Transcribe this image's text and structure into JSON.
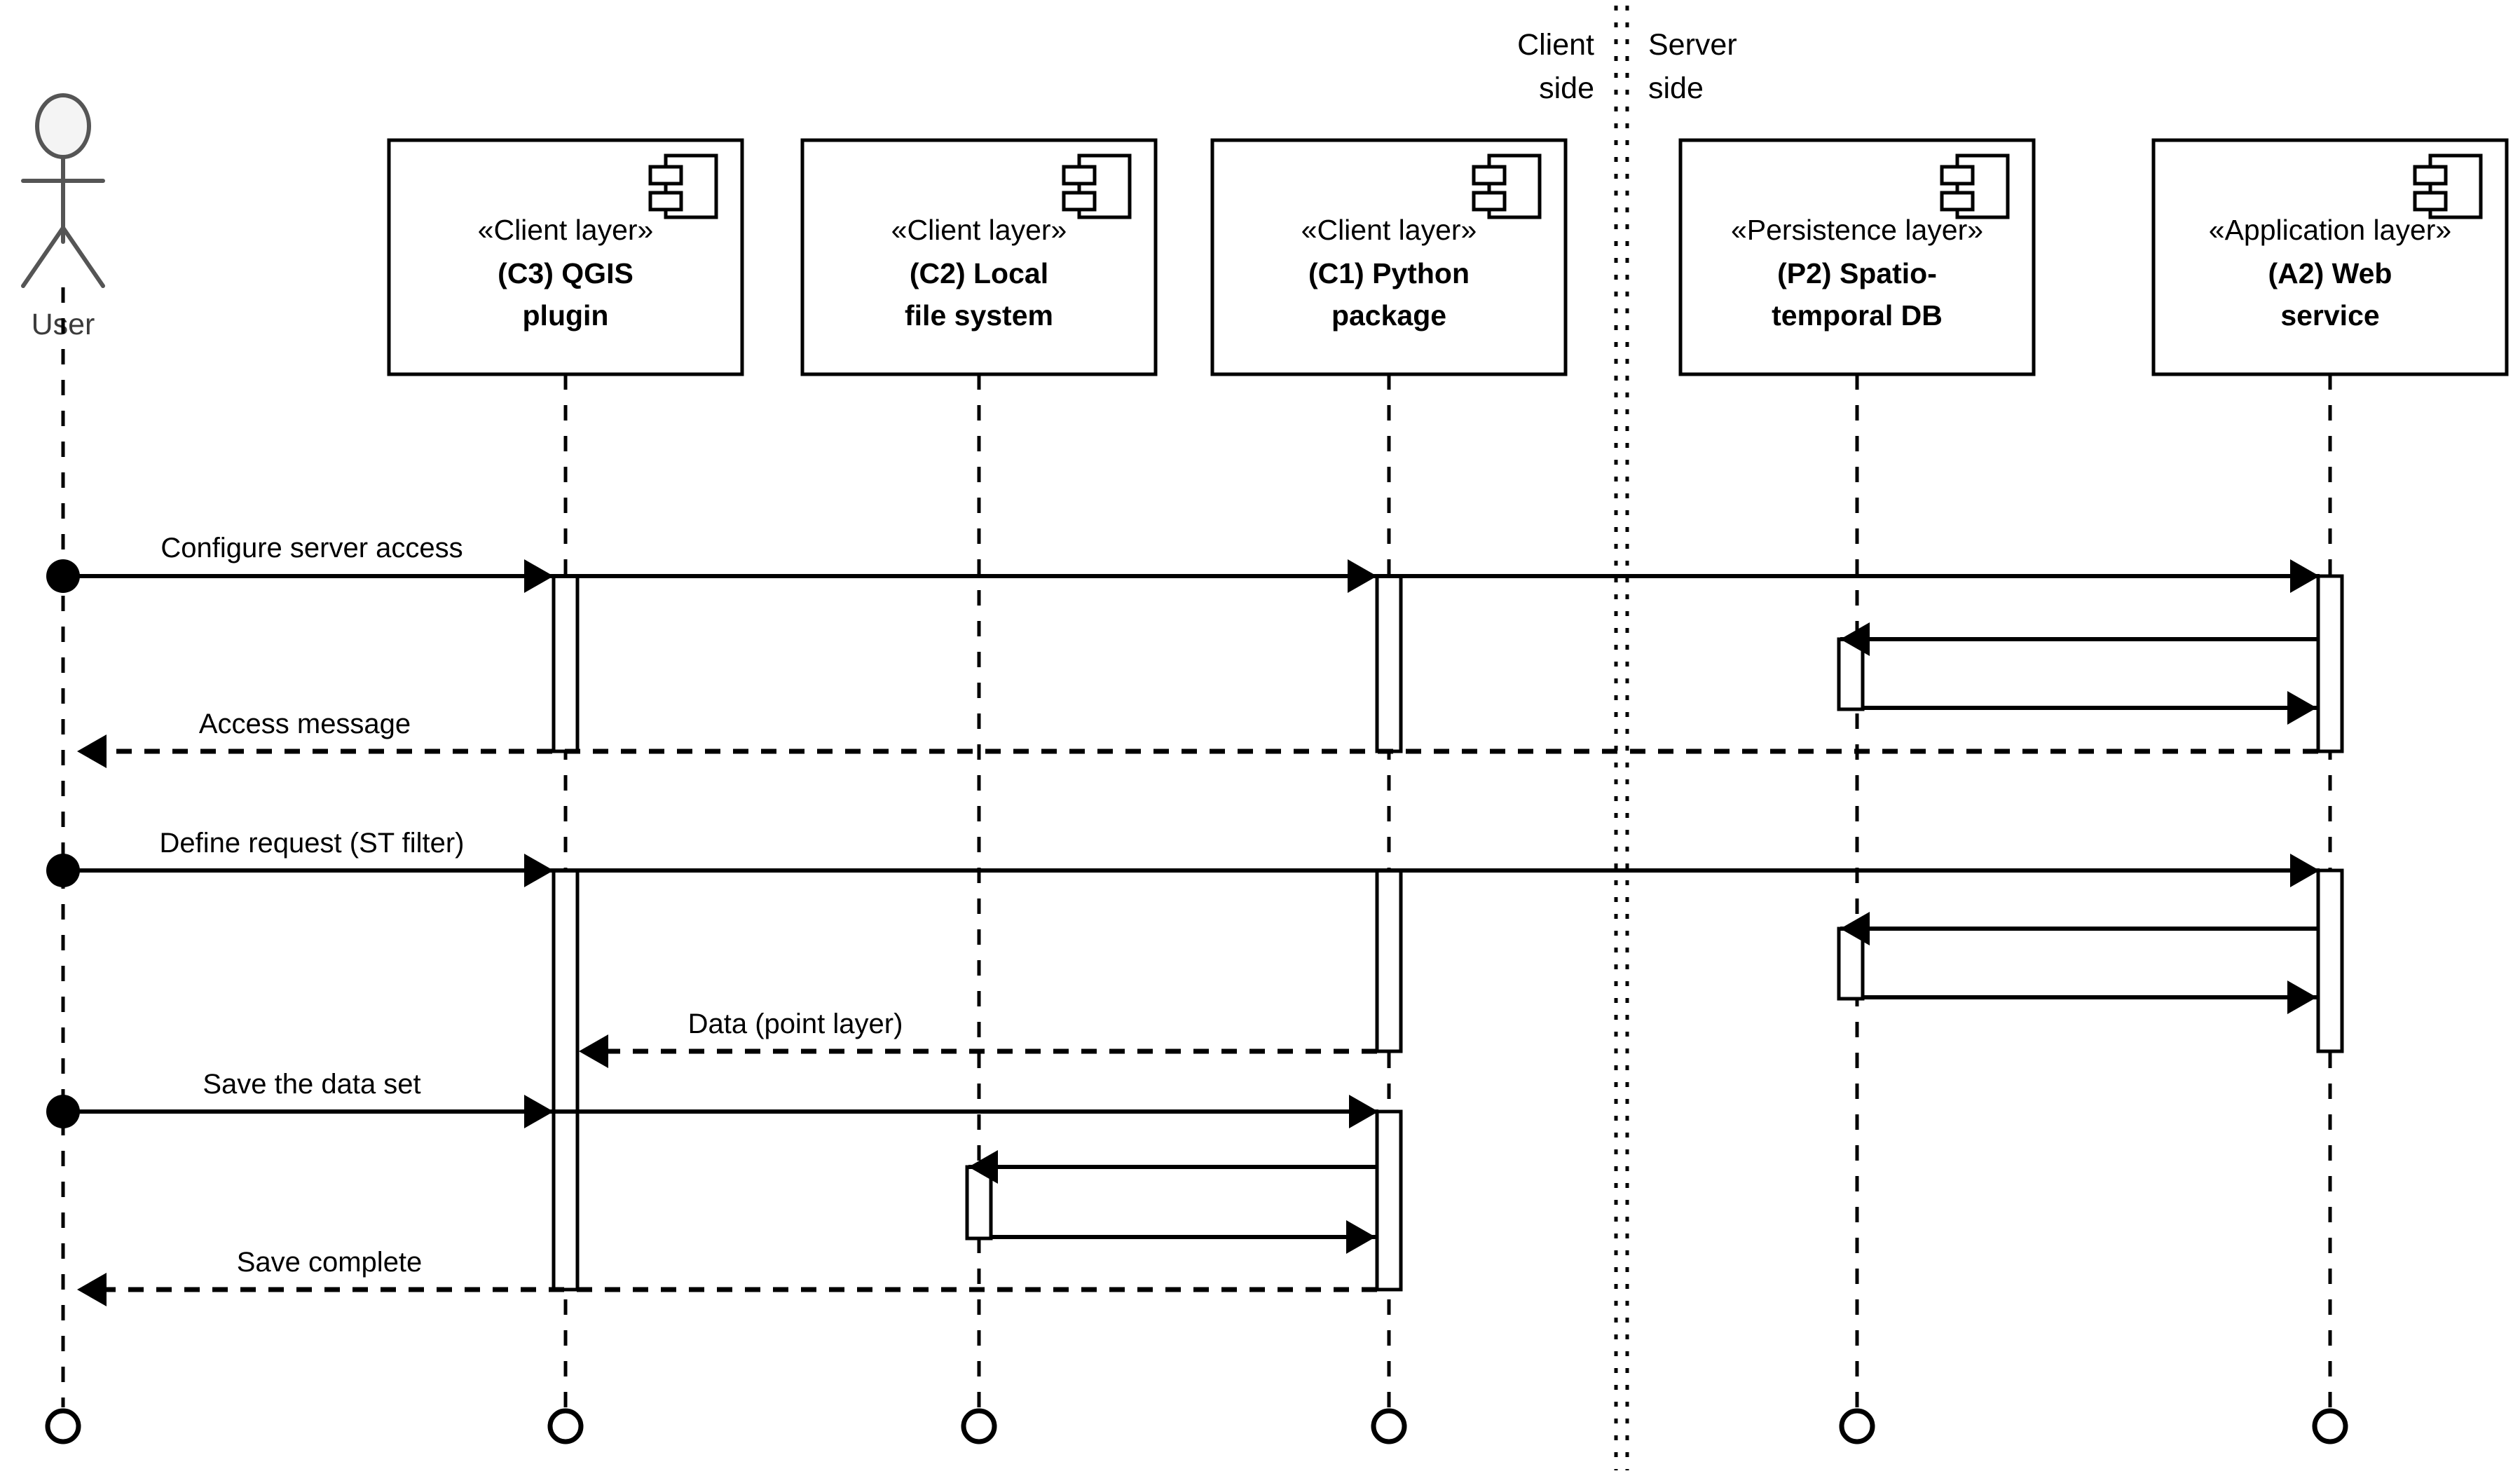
{
  "diagram": {
    "title": "UML sequence diagram",
    "boundary_labels": {
      "client": "Client\nside",
      "client_line1": "Client",
      "client_line2": "side",
      "server_line1": "Server",
      "server_line2": "side"
    },
    "actor": {
      "name": "actor-user",
      "label": "User"
    },
    "participants": [
      {
        "id": "c3",
        "stereotype": "«Client layer»",
        "name_line1": "(C3) QGIS",
        "name_line2": "plugin",
        "icon": "component-icon",
        "side": "client"
      },
      {
        "id": "c2",
        "stereotype": "«Client layer»",
        "name_line1": "(C2) Local",
        "name_line2": "file system",
        "icon": "component-icon",
        "side": "client"
      },
      {
        "id": "c1",
        "stereotype": "«Client layer»",
        "name_line1": "(C1) Python",
        "name_line2": "package",
        "icon": "component-icon",
        "side": "client"
      },
      {
        "id": "p2",
        "stereotype": "«Persistence layer»",
        "name_line1": "(P2) Spatio-",
        "name_line2": "temporal DB",
        "icon": "component-icon",
        "side": "server"
      },
      {
        "id": "a2",
        "stereotype": "«Application layer»",
        "name_line1": "(A2) Web",
        "name_line2": "service",
        "icon": "component-icon",
        "side": "server"
      }
    ],
    "messages": [
      {
        "id": "m1",
        "label": "Configure server access",
        "from": "user",
        "to": "a2",
        "kind": "call-found",
        "style": "solid"
      },
      {
        "id": "m2",
        "label": "",
        "from": "a2",
        "to": "p2",
        "kind": "call",
        "style": "solid"
      },
      {
        "id": "m3",
        "label": "",
        "from": "p2",
        "to": "a2",
        "kind": "call",
        "style": "solid"
      },
      {
        "id": "m4",
        "label": "Access message",
        "from": "a2",
        "to": "user",
        "kind": "return",
        "style": "dashed"
      },
      {
        "id": "m5",
        "label": "Define request (ST filter)",
        "from": "user",
        "to": "a2",
        "kind": "call-found",
        "style": "solid"
      },
      {
        "id": "m6",
        "label": "",
        "from": "a2",
        "to": "p2",
        "kind": "call",
        "style": "solid"
      },
      {
        "id": "m7",
        "label": "",
        "from": "p2",
        "to": "a2",
        "kind": "call",
        "style": "solid"
      },
      {
        "id": "m8",
        "label": "Data (point layer)",
        "from": "c1",
        "to": "c3",
        "kind": "return",
        "style": "dashed"
      },
      {
        "id": "m9",
        "label": "Save the data set",
        "from": "user",
        "to": "c1",
        "kind": "call-found",
        "style": "solid"
      },
      {
        "id": "m10",
        "label": "",
        "from": "c1",
        "to": "c2",
        "kind": "call",
        "style": "solid"
      },
      {
        "id": "m11",
        "label": "",
        "from": "c2",
        "to": "c1",
        "kind": "call",
        "style": "solid"
      },
      {
        "id": "m12",
        "label": "Save complete",
        "from": "c1",
        "to": "user",
        "kind": "return",
        "style": "dashed"
      }
    ],
    "colors": {
      "stroke": "#000000",
      "actor_stroke": "#555555",
      "actor_head_fill": "#f4f4f4",
      "background": "#ffffff"
    }
  }
}
